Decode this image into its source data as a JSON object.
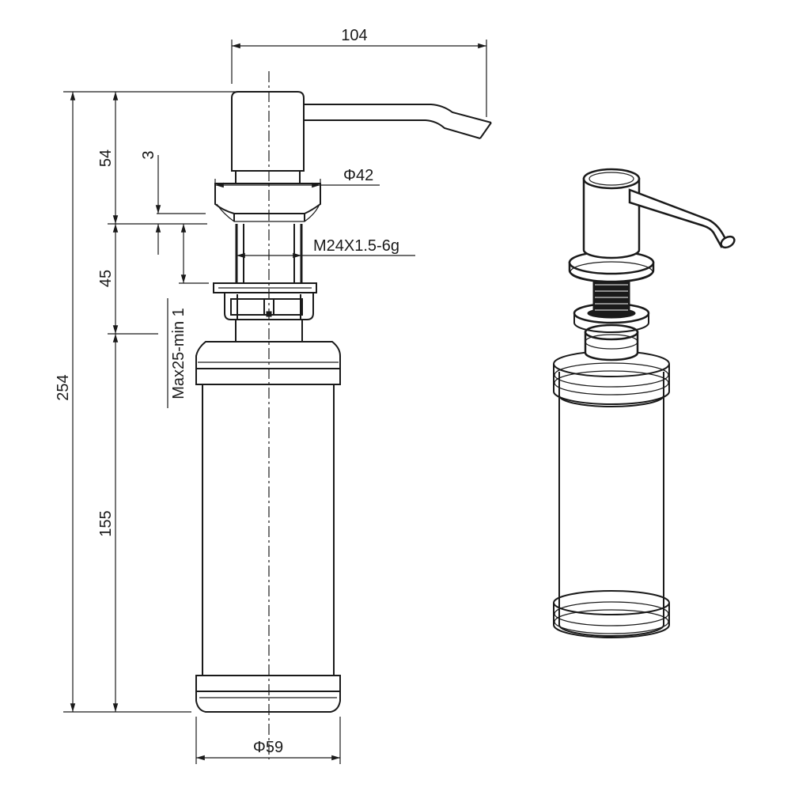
{
  "dimensions": {
    "spout_reach": "104",
    "pump_head_height": "54",
    "flange_thickness": "3",
    "flange_diameter": "Φ42",
    "thread_spec": "M24X1.5-6g",
    "shank_length": "45",
    "counter_thickness": "Max25-min 1",
    "total_height": "254",
    "bottle_height": "155",
    "bottle_diameter": "Φ59"
  },
  "colors": {
    "line": "#1a1a1a",
    "background": "#ffffff"
  }
}
